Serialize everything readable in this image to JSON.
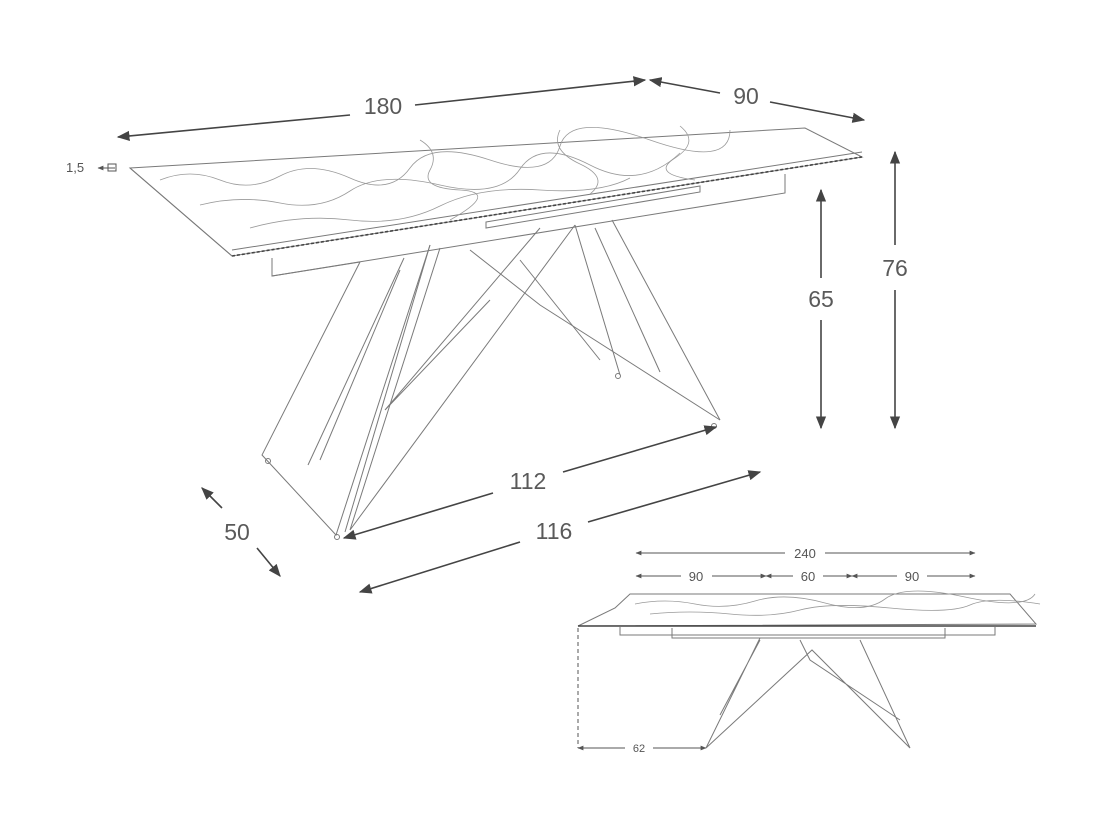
{
  "dimensions": {
    "length": "180",
    "width": "90",
    "total_height": "76",
    "clearance_height": "65",
    "top_thickness": "1,5",
    "leg_depth": "50",
    "inner_base": "112",
    "outer_base": "116",
    "extended_total": "240",
    "extended_left": "90",
    "extended_middle": "60",
    "extended_right": "90",
    "overhang": "62"
  },
  "colors": {
    "line": "#444444",
    "text": "#5a5a5a",
    "background": "#ffffff"
  }
}
